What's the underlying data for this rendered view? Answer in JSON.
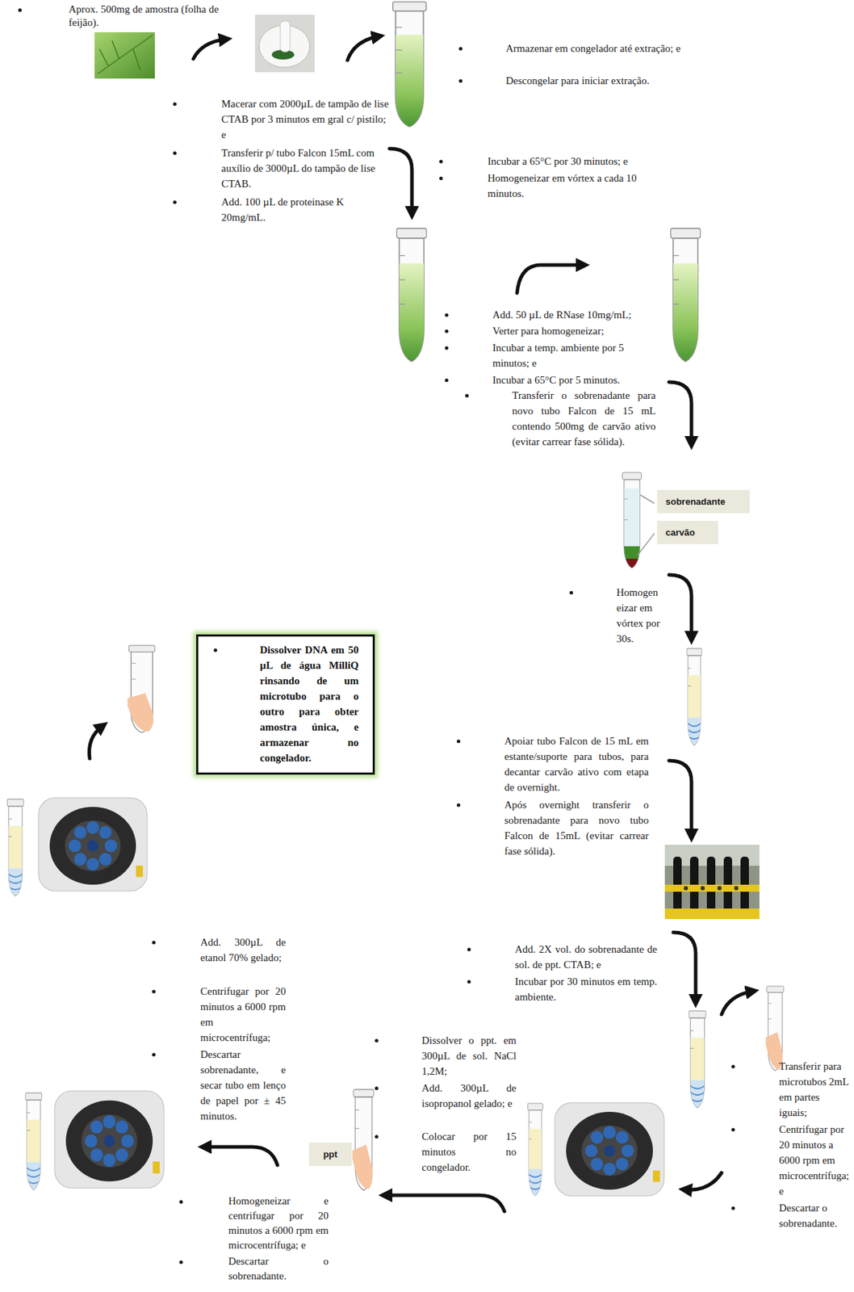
{
  "diagram": {
    "nodes": [
      {
        "text": [
          "sobrenadante"
        ]
      },
      {
        "text": [
          "carvão"
        ]
      },
      {
        "text": [
          "Dissolver DNA em 50 µL de água MilliQ rinsando de um microtubo para o outro para obter amostra única, e armazenar no congelador."
        ]
      },
      {
        "text": [
          "ppt"
        ]
      }
    ],
    "labels": [
      "Aprox. 500mg de amostra (folha de feijão).",
      "Armazenar em congelador até extração; e",
      "Descongelar para iniciar extração.",
      "Macerar com 2000µL de tampão de lise CTAB por 3 minutos em gral c/ pistilo; e",
      "Transferir p/ tubo Falcon 15mL com auxílio de 3000µL do tampão de lise CTAB.",
      "Add. 100 µL de proteinase K 20mg/mL.",
      "Incubar a 65°C por 30 minutos; e",
      "Homogeneizar em vórtex a cada 10 minutos.",
      "Add. 50 µL de RNase 10mg/mL;",
      "Verter para homogeneizar;",
      "Incubar a temp. ambiente por 5 minutos; e",
      "Incubar a 65°C por 5 minutos.",
      "Transferir o sobrenadante para novo tubo Falcon de 15 mL contendo 500mg de carvão ativo (evitar carrear fase sólida).",
      "Homogeneizar em vórtex por 30s.",
      "Apoiar tubo Falcon de 15 mL em estante/suporte para tubos, para decantar carvão ativo com etapa de overnight.",
      "Após overnight transferir o sobrenadante para novo tubo Falcon de 15mL (evitar carrear fase sólida).",
      "Add. 2X vol. do sobrenadante de sol. de ppt. CTAB; e",
      "Incubar por 30 minutos em temp. ambiente.",
      "Transferir para microtubos 2mL em partes iguais;",
      "Centrifugar por 20 minutos a 6000 rpm em microcentrífuga; e",
      "Descartar o sobrenadante.",
      "Dissolver o ppt. em 300µL de sol. NaCl 1,2M;",
      "Add. 300µL de isopropanol gelado; e",
      "Colocar por 15 minutos no congelador.",
      "Homogeneizar e centrifugar por 20 minutos a 6000 rpm em microcentrífuga; e",
      "Descartar o sobrenadante.",
      "Add. 300µL de etanol 70% gelado;",
      "Centrifugar por 20 minutos a 6000 rpm em microcentrífuga;",
      "Descartar sobrenadante, e secar tubo em lenço de papel por ± 45 minutos."
    ]
  }
}
